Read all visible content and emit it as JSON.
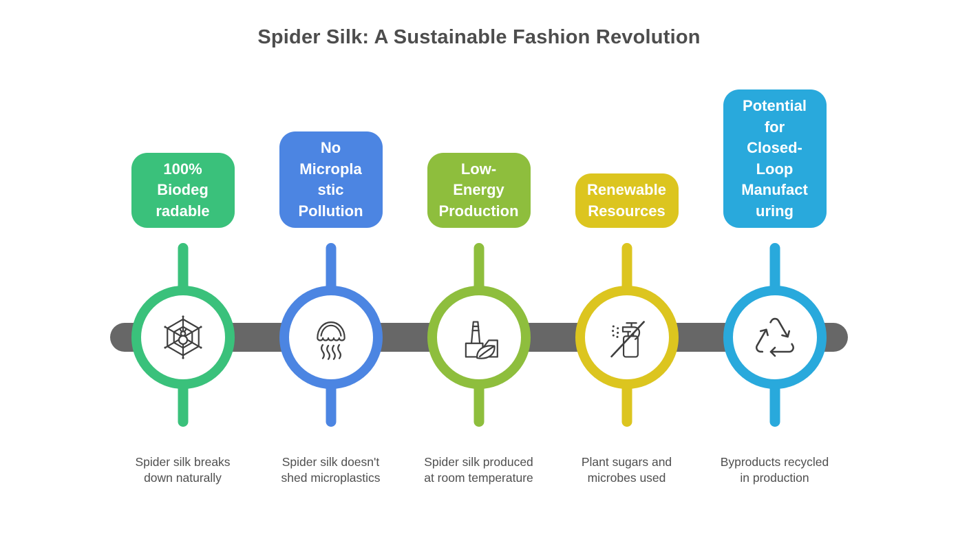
{
  "title": "Spider Silk: A Sustainable Fashion Revolution",
  "colors": {
    "background": "#ffffff",
    "timeline_bar": "#676767",
    "icon_stroke": "#3f3f3f",
    "title_text": "#4d4d4d",
    "caption_text": "#4f4f4f"
  },
  "items": [
    {
      "badge_label": "100%\nBiodeg\nradable",
      "caption": "Spider silk breaks\ndown naturally",
      "icon": "spider-web-icon",
      "color": "#3ac17b"
    },
    {
      "badge_label": "No\nMicropla\nstic\nPollution",
      "caption": "Spider silk doesn't\nshed microplastics",
      "icon": "jellyfish-icon",
      "color": "#4c85e2"
    },
    {
      "badge_label": "Low-\nEnergy\nProduction",
      "caption": "Spider silk produced\nat room temperature",
      "icon": "eco-factory-icon",
      "color": "#8ebe3d"
    },
    {
      "badge_label": "Renewable\nResources",
      "caption": "Plant sugars and\nmicrobes used",
      "icon": "no-pesticide-spray-icon",
      "color": "#dcc51f"
    },
    {
      "badge_label": "Potential\nfor\nClosed-\nLoop\nManufact\nuring",
      "caption": "Byproducts recycled\nin production",
      "icon": "recycle-icon",
      "color": "#29a9dc"
    }
  ]
}
